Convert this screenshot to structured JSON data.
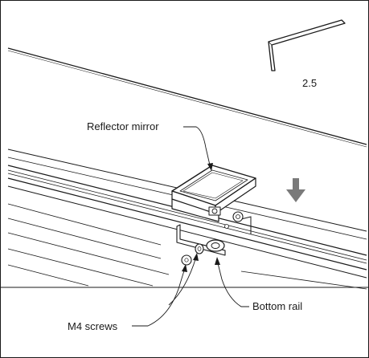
{
  "tool": {
    "size_label": "2.5",
    "icon": "hex-key-icon"
  },
  "callouts": {
    "reflector_mirror": "Reflector mirror",
    "bottom_rail": "Bottom rail",
    "m4_screws": "M4 screws"
  },
  "indicator": {
    "icon": "down-arrow-icon",
    "color": "#7a7a7a"
  },
  "colors": {
    "line": "#1a1a1a",
    "background": "#ffffff"
  }
}
